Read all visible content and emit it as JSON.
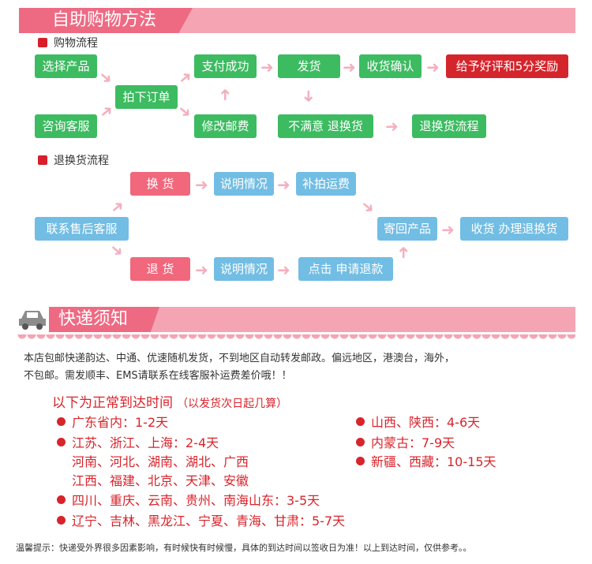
{
  "section1": {
    "title": "自助购物方法"
  },
  "shopping": {
    "heading": "购物流程",
    "select_product": "选择产品",
    "consult_service": "咨询客服",
    "place_order": "拍下订单",
    "payment_success": "支付成功",
    "modify_postage": "修改邮费",
    "ship": "发货",
    "not_satisfied": "不满意 退换货",
    "confirm_receipt": "收货确认",
    "review_reward": "给予好评和5分奖励",
    "return_process": "退换货流程"
  },
  "returns": {
    "heading": "退换货流程",
    "contact_service": "联系售后客服",
    "exchange": "换 货",
    "return": "退 货",
    "explain_1": "说明情况",
    "explain_2": "说明情况",
    "pay_shipping": "补拍运费",
    "apply_refund": "点击 申请退款",
    "send_back": "寄回产品",
    "receive_process": "收货 办理退换货"
  },
  "section2": {
    "title": "快递须知"
  },
  "shipping": {
    "paragraph_line1": "本店包邮快递韵达、中通、优速随机发货，不到地区自动转发邮政。偏远地区，港澳台，海外，",
    "paragraph_line2": "不包邮。需发顺丰、EMS请联系在线客服补运费差价哦！！",
    "time_title": "以下为正常到达时间",
    "time_note": "（以发货次日起几算）",
    "left": [
      {
        "lines": [
          "广东省内：1-2天"
        ]
      },
      {
        "lines": [
          "江苏、浙江、上海：2-4天",
          "河南、河北、湖南、湖北、广西",
          "江西、福建、北京、天津、安徽"
        ]
      },
      {
        "lines": [
          "四川、重庆、云南、贵州、南海山东：3-5天"
        ]
      },
      {
        "lines": [
          "辽宁、吉林、黑龙江、宁夏、青海、甘肃：5-7天"
        ]
      }
    ],
    "right": [
      {
        "lines": [
          "山西、陕西：4-6天"
        ]
      },
      {
        "lines": [
          "内蒙古：7-9天"
        ]
      },
      {
        "lines": [
          "新疆、西藏：10-15天"
        ]
      }
    ],
    "footer_note": "温馨提示：快递受外界很多因素影响，有时候快有时候慢，具体的到达时间以签收日为准！以上到达时间，仅供参考。。"
  },
  "colors": {
    "green_box": "#3dbb61",
    "red_box": "#d5252c",
    "blue_box": "#72bde4",
    "pink_box": "#f1677c",
    "banner": "#f5a4b4",
    "banner_tag": "#ee6a83",
    "text_red": "#d8242b"
  },
  "icons": [
    "square-bullet-icon",
    "arrow-icon",
    "car-icon",
    "dot-icon"
  ]
}
